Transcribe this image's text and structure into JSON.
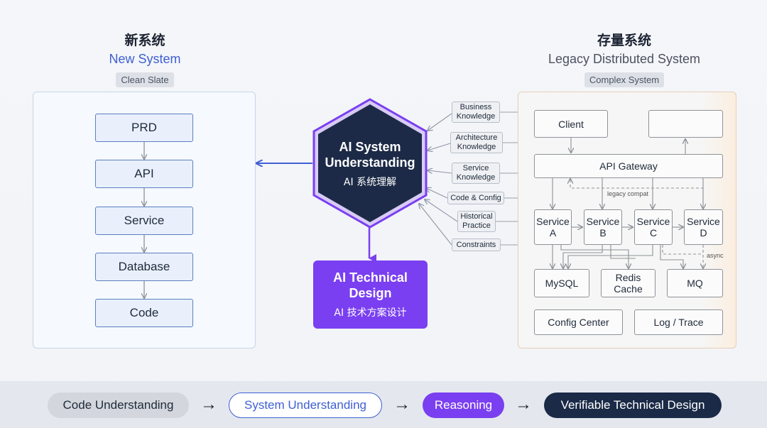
{
  "left_header": {
    "title_zh": "新系统",
    "title_en": "New System",
    "tag": "Clean Slate"
  },
  "right_header": {
    "title_zh": "存量系统",
    "title_en": "Legacy Distributed System",
    "tag": "Complex System"
  },
  "left_flow": [
    "PRD",
    "API",
    "Service",
    "Database",
    "Code"
  ],
  "center": {
    "hex_title_line1": "AI System",
    "hex_title_line2": "Understanding",
    "hex_sub": "AI 系统理解",
    "design_title_line1": "AI Technical",
    "design_title_line2": "Design",
    "design_sub": "AI 技术方案设计"
  },
  "knowledge": [
    {
      "line1": "Business",
      "line2": "Knowledge"
    },
    {
      "line1": "Architecture",
      "line2": "Knowledge"
    },
    {
      "line1": "Service",
      "line2": "Knowledge"
    },
    {
      "line1": "Code & Config",
      "line2": ""
    },
    {
      "line1": "Historical",
      "line2": "Practice"
    },
    {
      "line1": "Constraints",
      "line2": ""
    }
  ],
  "legacy": {
    "client": "Client",
    "top_right": "",
    "gateway": "API Gateway",
    "legacy_compat": "legacy compat",
    "async": "async",
    "services": [
      {
        "line1": "Service",
        "line2": "A"
      },
      {
        "line1": "Service",
        "line2": "B"
      },
      {
        "line1": "Service",
        "line2": "C"
      },
      {
        "line1": "Service",
        "line2": "D"
      }
    ],
    "mysql": "MySQL",
    "redis_line1": "Redis",
    "redis_line2": "Cache",
    "mq": "MQ",
    "config_center": "Config Center",
    "log_trace": "Log / Trace"
  },
  "pipeline": {
    "steps": [
      "Code Understanding",
      "System Understanding",
      "Reasoning",
      "Verifiable Technical Design"
    ],
    "arrow": "→"
  },
  "colors": {
    "accent_blue": "#3f5fd4",
    "accent_purple": "#7a3ff0",
    "hex_fill": "#1c2a47",
    "dark_pill": "#1a2a47"
  }
}
